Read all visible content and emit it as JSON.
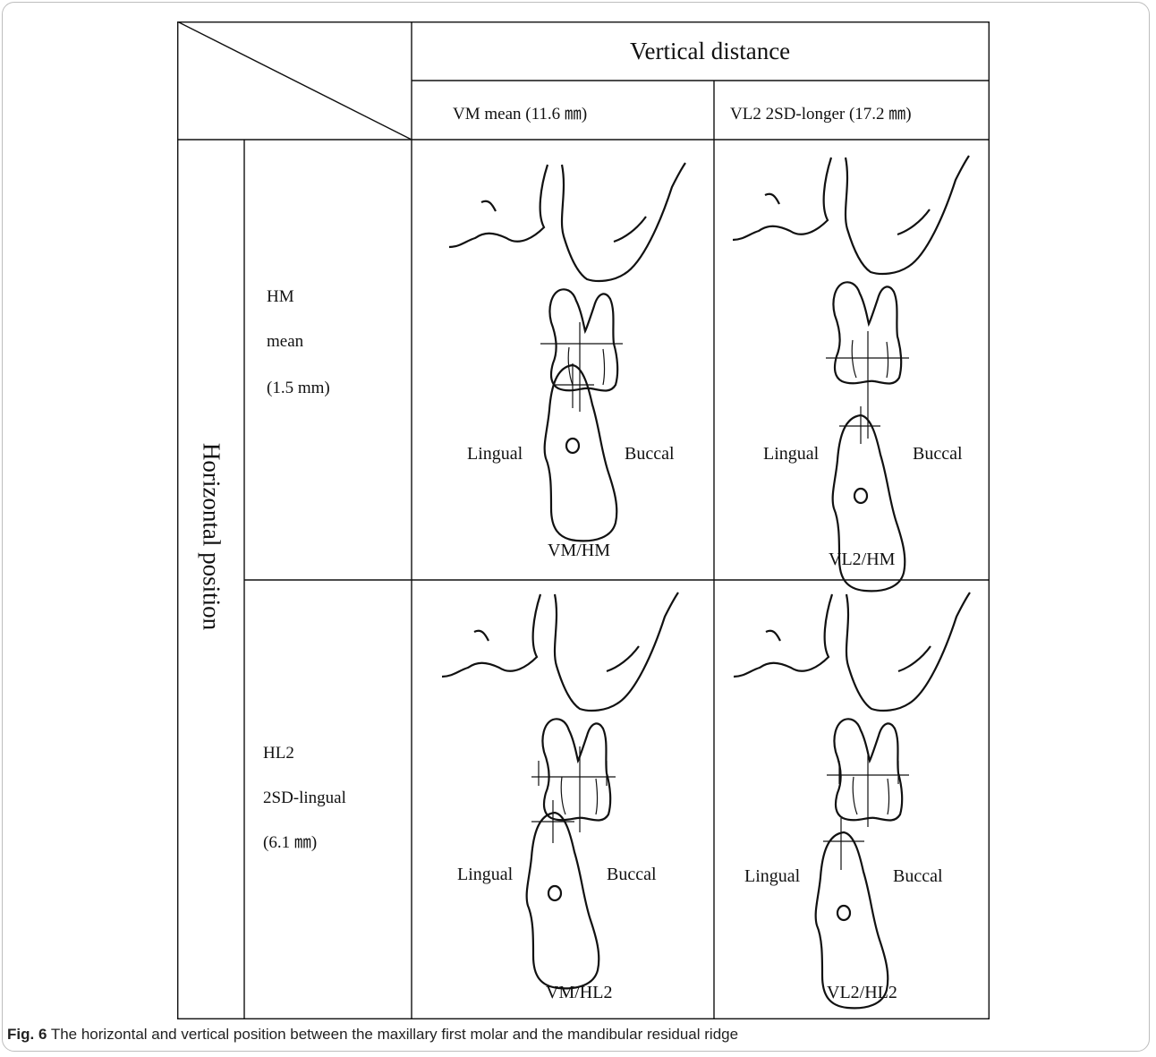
{
  "table": {
    "header": {
      "vertical_title": "Vertical distance",
      "col1": "VM   mean    (11.6 ㎜)",
      "col2": "VL2   2SD-longer (17.2 ㎜)"
    },
    "side_label": "Horizontal position",
    "rows": [
      {
        "line1": "HM",
        "line2": "mean",
        "line3": "(1.5 mm)"
      },
      {
        "line1": "HL2",
        "line2": "2SD-lingual",
        "line3": "(6.1 ㎜)"
      }
    ],
    "panels": [
      {
        "label": "VM/HM",
        "lingual": "Lingual",
        "buccal": "Buccal"
      },
      {
        "label": "VL2/HM",
        "lingual": "Lingual",
        "buccal": "Buccal"
      },
      {
        "label": "VM/HL2",
        "lingual": "Lingual",
        "buccal": "Buccal"
      },
      {
        "label": "VL2/HL2",
        "lingual": "Lingual",
        "buccal": "Buccal"
      }
    ]
  },
  "caption": {
    "label": "Fig. 6",
    "text": " The horizontal and vertical position between the maxillary first molar and the mandibular residual ridge"
  }
}
